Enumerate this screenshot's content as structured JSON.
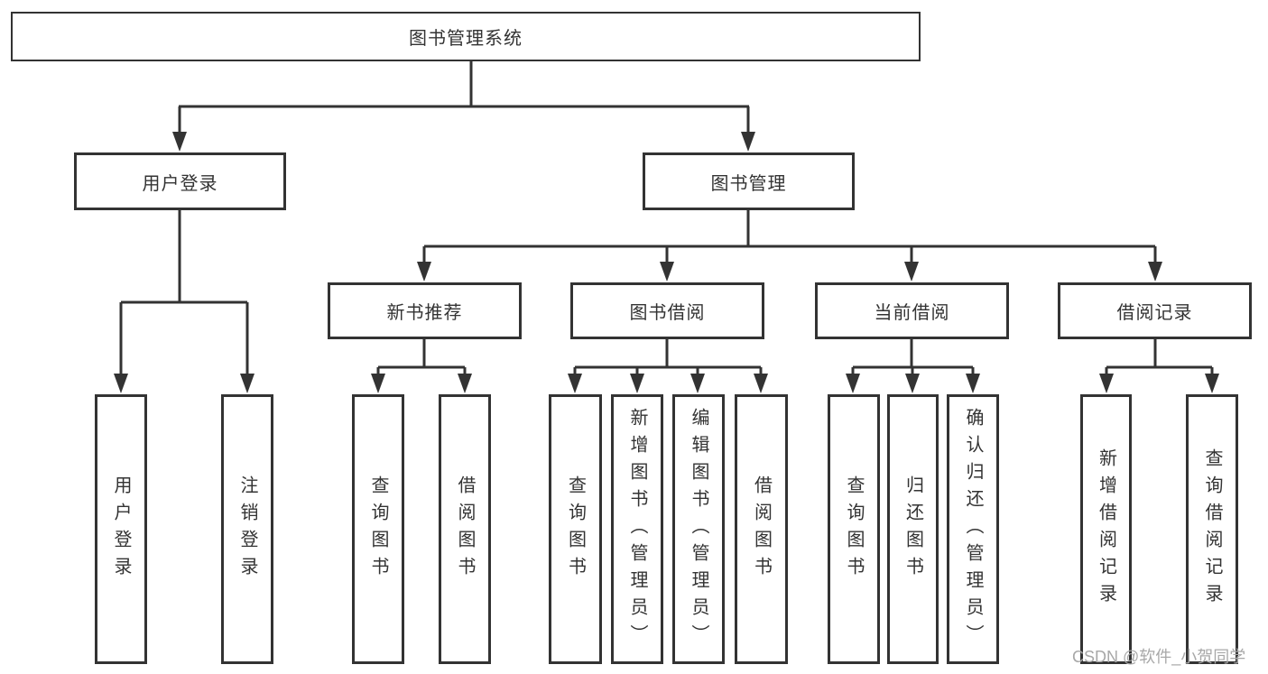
{
  "diagram": {
    "tree": {
      "root": {
        "label": "图书管理系统"
      },
      "branches": [
        {
          "label": "用户登录",
          "children": [
            {
              "label": "用户登录"
            },
            {
              "label": "注销登录"
            }
          ]
        },
        {
          "label": "图书管理",
          "children": [
            {
              "label": "新书推荐",
              "children": [
                {
                  "label": "查询图书"
                },
                {
                  "label": "借阅图书"
                }
              ]
            },
            {
              "label": "图书借阅",
              "children": [
                {
                  "label": "查询图书"
                },
                {
                  "label": "新增图书（管理员）"
                },
                {
                  "label": "编辑图书（管理员）"
                },
                {
                  "label": "借阅图书"
                }
              ]
            },
            {
              "label": "当前借阅",
              "children": [
                {
                  "label": "查询图书"
                },
                {
                  "label": "归还图书"
                },
                {
                  "label": "确认归还（管理员）"
                }
              ]
            },
            {
              "label": "借阅记录",
              "children": [
                {
                  "label": "新增借阅记录"
                },
                {
                  "label": "查询借阅记录"
                }
              ]
            }
          ]
        }
      ]
    },
    "colors": {
      "line": "#333333",
      "text": "#333333",
      "box_fill": "#ffffff",
      "background": "#ffffff",
      "watermark_text": "#a8a8a8"
    }
  },
  "watermark": {
    "text": "CSDN @软件_小贺同学"
  }
}
